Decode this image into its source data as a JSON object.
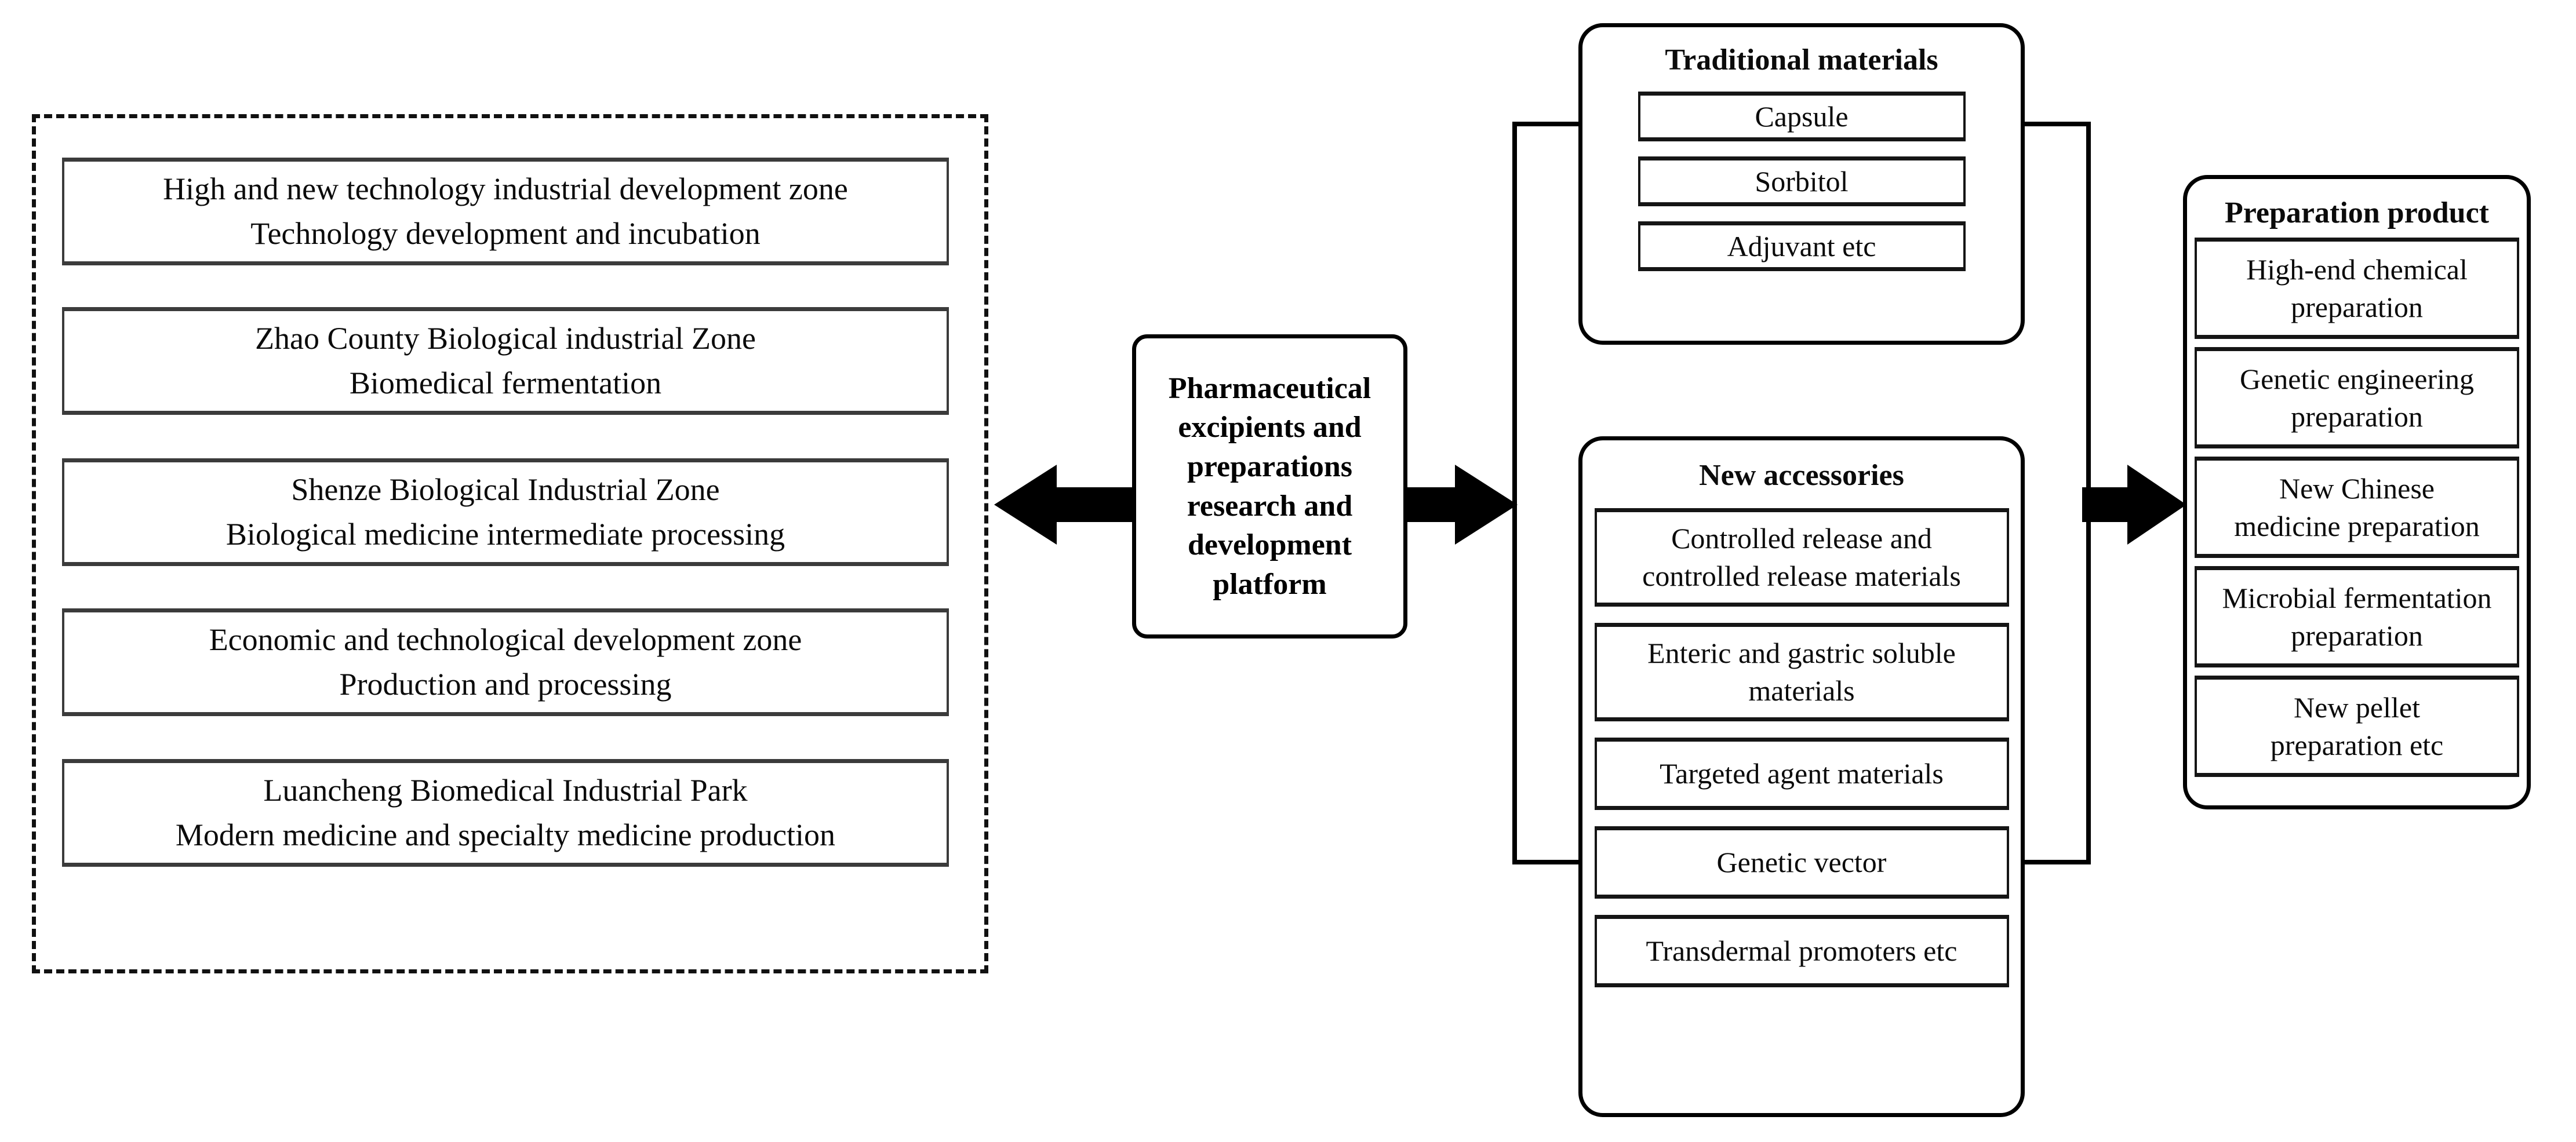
{
  "diagram": {
    "left_region": {
      "name": "industrial-zone-cluster",
      "boxes": [
        {
          "line1": "High and new technology industrial development zone",
          "line2": "Technology development and incubation"
        },
        {
          "line1": "Zhao County Biological industrial Zone",
          "line2": "Biomedical fermentation"
        },
        {
          "line1": "Shenze Biological Industrial Zone",
          "line2": "Biological medicine intermediate processing"
        },
        {
          "line1": "Economic and technological development zone",
          "line2": "Production and processing"
        },
        {
          "line1": "Luancheng Biomedical Industrial Park",
          "line2": "Modern medicine and specialty medicine production"
        }
      ]
    },
    "platform": {
      "label": "Pharmaceutical excipients and preparations research and development platform"
    },
    "traditional_materials": {
      "title": "Traditional materials",
      "items": [
        {
          "text": "Capsule"
        },
        {
          "text": "Sorbitol"
        },
        {
          "text": "Adjuvant etc"
        }
      ]
    },
    "new_accessories": {
      "title": "New accessories",
      "items": [
        {
          "line1": "Controlled release and",
          "line2": "controlled release materials"
        },
        {
          "line1": "Enteric and gastric soluble",
          "line2": "materials"
        },
        {
          "line1": "Targeted agent materials",
          "line2": ""
        },
        {
          "line1": "Genetic vector",
          "line2": ""
        },
        {
          "line1": "Transdermal promoters etc",
          "line2": ""
        }
      ]
    },
    "preparation_product": {
      "title": "Preparation product",
      "items": [
        {
          "line1": "High-end chemical",
          "line2": "preparation"
        },
        {
          "line1": "Genetic engineering",
          "line2": "preparation"
        },
        {
          "line1": "New Chinese",
          "line2": "medicine preparation"
        },
        {
          "line1": "Microbial fermentation",
          "line2": "preparation"
        },
        {
          "line1": "New pellet",
          "line2": "preparation etc"
        }
      ]
    },
    "arrows": {
      "left_arrow": "arrow-left",
      "center_right_arrow": "arrow-right",
      "product_arrow": "arrow-right"
    },
    "colors": {
      "ink": "#000000",
      "box_border": "#3b3b3b",
      "background": "#ffffff"
    }
  }
}
